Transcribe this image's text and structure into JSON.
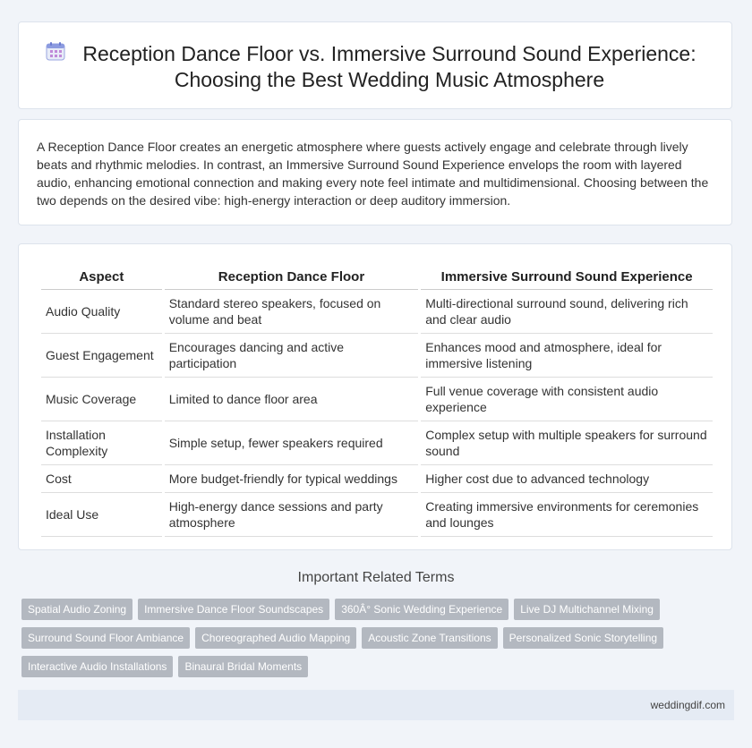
{
  "header": {
    "title": "Reception Dance Floor vs. Immersive Surround Sound Experience: Choosing the Best Wedding Music Atmosphere",
    "icon": "calendar-icon"
  },
  "intro": {
    "text": "A Reception Dance Floor creates an energetic atmosphere where guests actively engage and celebrate through lively beats and rhythmic melodies. In contrast, an Immersive Surround Sound Experience envelops the room with layered audio, enhancing emotional connection and making every note feel intimate and multidimensional. Choosing between the two depends on the desired vibe: high-energy interaction or deep auditory immersion."
  },
  "table": {
    "headers": [
      "Aspect",
      "Reception Dance Floor",
      "Immersive Surround Sound Experience"
    ],
    "rows": [
      [
        "Audio Quality",
        "Standard stereo speakers, focused on volume and beat",
        "Multi-directional surround sound, delivering rich and clear audio"
      ],
      [
        "Guest Engagement",
        "Encourages dancing and active participation",
        "Enhances mood and atmosphere, ideal for immersive listening"
      ],
      [
        "Music Coverage",
        "Limited to dance floor area",
        "Full venue coverage with consistent audio experience"
      ],
      [
        "Installation Complexity",
        "Simple setup, fewer speakers required",
        "Complex setup with multiple speakers for surround sound"
      ],
      [
        "Cost",
        "More budget-friendly for typical weddings",
        "Higher cost due to advanced technology"
      ],
      [
        "Ideal Use",
        "High-energy dance sessions and party atmosphere",
        "Creating immersive environments for ceremonies and lounges"
      ]
    ]
  },
  "terms": {
    "title": "Important Related Terms",
    "items": [
      "Spatial Audio Zoning",
      "Immersive Dance Floor Soundscapes",
      "360Â° Sonic Wedding Experience",
      "Live DJ Multichannel Mixing",
      "Surround Sound Floor Ambiance",
      "Choreographed Audio Mapping",
      "Acoustic Zone Transitions",
      "Personalized Sonic Storytelling",
      "Interactive Audio Installations",
      "Binaural Bridal Moments"
    ]
  },
  "footer": {
    "site": "weddingdif.com"
  }
}
